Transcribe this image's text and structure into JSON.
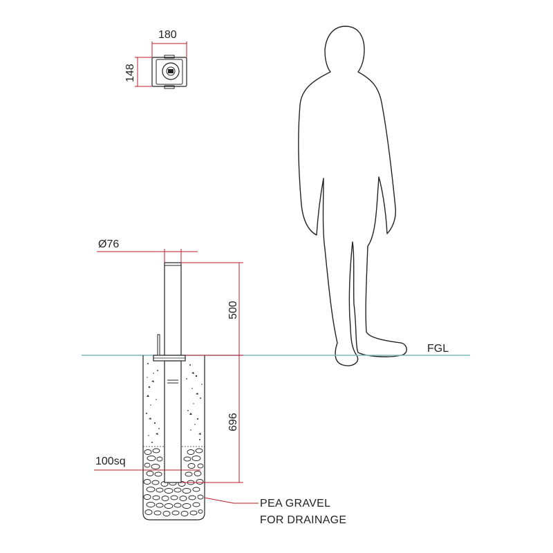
{
  "drawing": {
    "dimensions": {
      "top_width": "180",
      "top_depth": "148",
      "post_diameter": "Ø76",
      "height_above_ground": "500",
      "depth_below_ground": "696",
      "footing_size": "100sq"
    },
    "labels": {
      "ground_level": "FGL",
      "gravel_line1": "PEA GRAVEL",
      "gravel_line2": "FOR DRAINAGE"
    },
    "colors": {
      "dimension": "#c0182b",
      "ground_line": "#7fb6c2",
      "outline": "#222222",
      "text": "#222222"
    }
  }
}
